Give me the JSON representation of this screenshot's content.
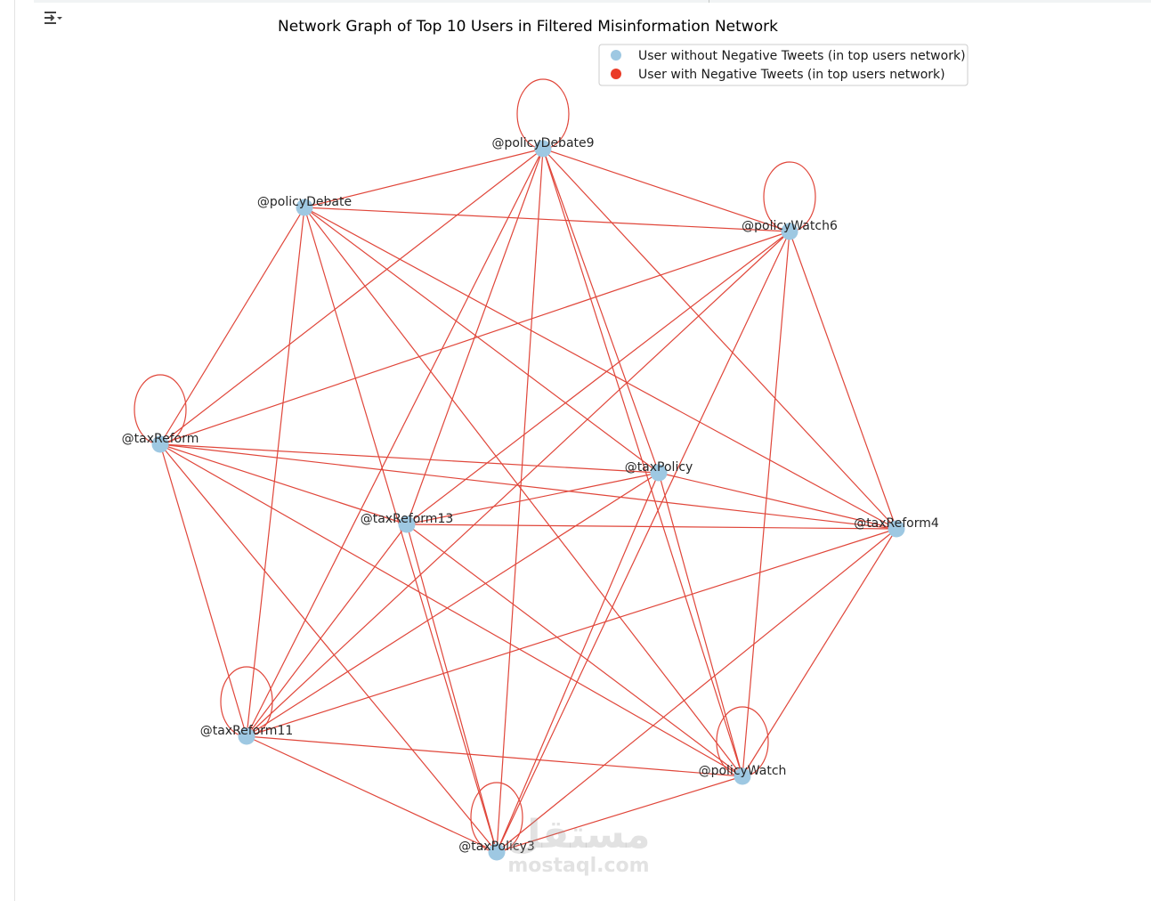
{
  "title": "Network Graph of Top 10 Users in Filtered Misinformation Network",
  "legend": [
    {
      "label": "User without Negative Tweets (in top users network)",
      "color": "#9ec8e2"
    },
    {
      "label": "User with Negative Tweets (in top users network)",
      "color": "#ea3b27"
    }
  ],
  "colors": {
    "node": "#9ec8e2",
    "edge": "#e0463a"
  },
  "nodes": [
    {
      "id": "@policyDebate9",
      "label": "@policyDebate9",
      "self_loop": true
    },
    {
      "id": "@policyDebate",
      "label": "@policyDebate",
      "self_loop": false
    },
    {
      "id": "@policyWatch6",
      "label": "@policyWatch6",
      "self_loop": true
    },
    {
      "id": "@taxReform",
      "label": "@taxReform",
      "self_loop": true
    },
    {
      "id": "@taxPolicy",
      "label": "@taxPolicy",
      "self_loop": false
    },
    {
      "id": "@taxReform13",
      "label": "@taxReform13",
      "self_loop": false
    },
    {
      "id": "@taxReform4",
      "label": "@taxReform4",
      "self_loop": false
    },
    {
      "id": "@taxReform11",
      "label": "@taxReform11",
      "self_loop": true
    },
    {
      "id": "@policyWatch",
      "label": "@policyWatch",
      "self_loop": true
    },
    {
      "id": "@taxPolicy3",
      "label": "@taxPolicy3",
      "self_loop": true
    }
  ],
  "edges": [
    [
      "@policyDebate9",
      "@policyWatch6"
    ],
    [
      "@policyDebate9",
      "@policyDebate"
    ],
    [
      "@policyDebate9",
      "@taxReform"
    ],
    [
      "@policyDebate9",
      "@taxReform13"
    ],
    [
      "@policyDebate9",
      "@taxReform11"
    ],
    [
      "@policyDebate9",
      "@taxPolicy3"
    ],
    [
      "@policyDebate9",
      "@policyWatch"
    ],
    [
      "@policyDebate9",
      "@taxReform4"
    ],
    [
      "@policyDebate",
      "@policyWatch6"
    ],
    [
      "@policyDebate",
      "@taxReform"
    ],
    [
      "@policyDebate",
      "@taxReform11"
    ],
    [
      "@policyDebate",
      "@taxPolicy3"
    ],
    [
      "@policyDebate",
      "@taxPolicy"
    ],
    [
      "@policyDebate",
      "@taxReform4"
    ],
    [
      "@policyDebate",
      "@policyWatch"
    ],
    [
      "@policyWatch6",
      "@taxReform"
    ],
    [
      "@policyWatch6",
      "@taxReform13"
    ],
    [
      "@policyWatch6",
      "@taxReform11"
    ],
    [
      "@policyWatch6",
      "@taxPolicy3"
    ],
    [
      "@policyWatch6",
      "@policyWatch"
    ],
    [
      "@policyWatch6",
      "@taxReform4"
    ],
    [
      "@taxReform",
      "@taxPolicy"
    ],
    [
      "@taxReform",
      "@taxReform4"
    ],
    [
      "@taxReform",
      "@taxReform13"
    ],
    [
      "@taxReform",
      "@taxReform11"
    ],
    [
      "@taxReform",
      "@taxPolicy3"
    ],
    [
      "@taxReform",
      "@policyWatch"
    ],
    [
      "@taxPolicy",
      "@taxReform13"
    ],
    [
      "@taxPolicy",
      "@taxReform4"
    ],
    [
      "@taxPolicy",
      "@taxReform11"
    ],
    [
      "@taxPolicy",
      "@taxPolicy3"
    ],
    [
      "@taxPolicy",
      "@policyWatch"
    ],
    [
      "@taxReform13",
      "@taxReform4"
    ],
    [
      "@taxReform13",
      "@taxReform11"
    ],
    [
      "@taxReform13",
      "@taxPolicy3"
    ],
    [
      "@taxReform13",
      "@policyWatch"
    ],
    [
      "@taxReform4",
      "@taxReform11"
    ],
    [
      "@taxReform4",
      "@taxPolicy3"
    ],
    [
      "@taxReform4",
      "@policyWatch"
    ],
    [
      "@taxReform11",
      "@policyWatch"
    ],
    [
      "@taxReform11",
      "@taxPolicy3"
    ],
    [
      "@policyWatch",
      "@taxPolicy3"
    ],
    [
      "@policyDebate9",
      "@taxPolicy"
    ]
  ],
  "output_menu": {
    "icon": "output-menu-icon"
  },
  "watermark": {
    "logo": "مستقل",
    "url": "mostaql.com"
  }
}
